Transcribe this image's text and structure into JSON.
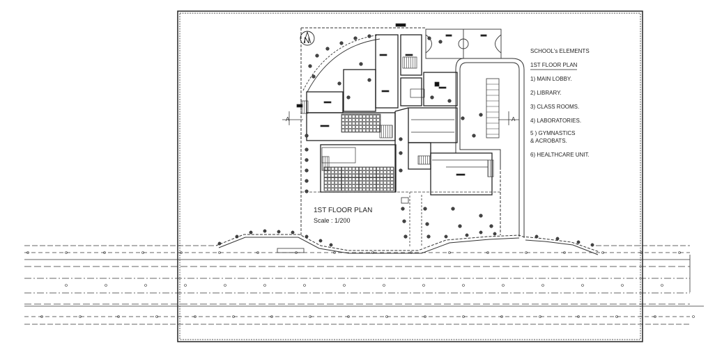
{
  "north_label": "N",
  "plan_title": "1ST FLOOR PLAN",
  "plan_scale": "Scale : 1/200",
  "section_marker_left": "A",
  "section_marker_right": "A",
  "legend": {
    "heading": "SCHOOL's ELEMENTS",
    "subheading": "1ST FLOOR PLAN",
    "items": [
      "1) MAIN LOBBY.",
      "2) LIBRARY.",
      "3) CLASS ROOMS.",
      "4) LABORATORIES.",
      "5 ) GYMNASTICS",
      "& ACROBATS.",
      "6) HEALTHCARE UNIT."
    ]
  }
}
